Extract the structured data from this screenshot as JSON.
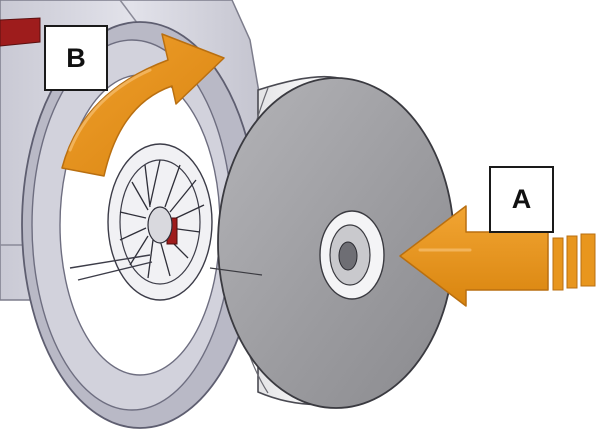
{
  "labels": {
    "a": "A",
    "b": "B"
  },
  "icons": {
    "arrow_a": "straight-push-arrow",
    "arrow_b": "curved-rotate-arrow"
  },
  "colors": {
    "arrow": "#e8961e",
    "arrow_dark": "#b96f10",
    "housing": "#d6d6e0",
    "housing_shadow": "#9d9db0",
    "wheel_face": "#9a9a9e",
    "wheel_rim": "#eeeeef",
    "accent_red": "#9e1c1c"
  }
}
